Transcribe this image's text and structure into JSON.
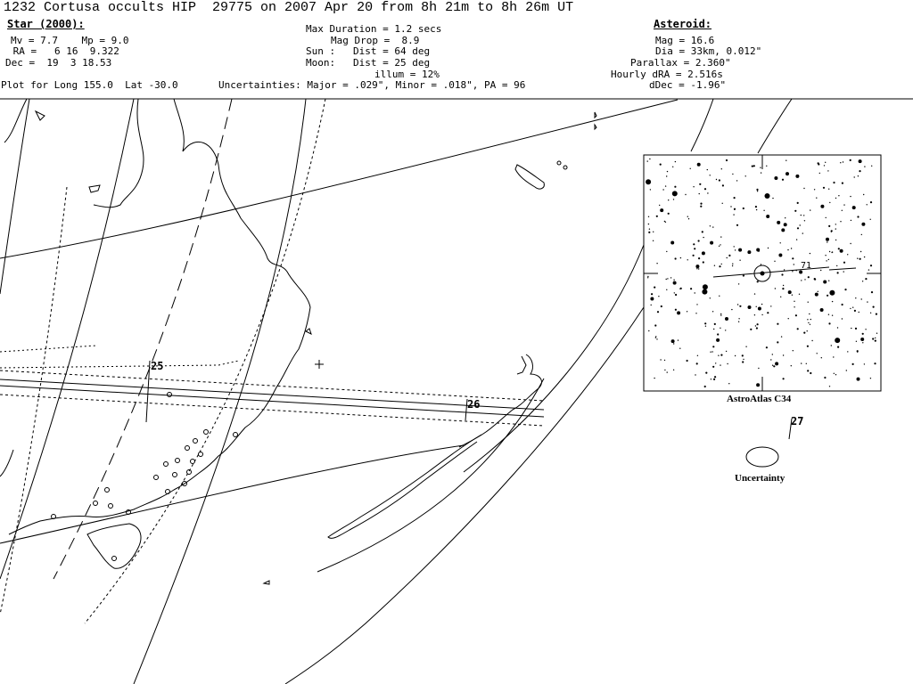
{
  "title": "1232 Cortusa occults HIP  29775 on 2007 Apr 20 from 8h 21m to 8h 26m UT",
  "star": {
    "header": "Star (2000):",
    "line1": "Mv = 7.7    Mp = 9.0",
    "line2": " RA =   6 16  9.322",
    "line3": "Dec =  19  3 18.53"
  },
  "event": {
    "max_duration": "Max Duration = 1.2 secs",
    "mag_drop": "Mag Drop =  8.9",
    "sun": "Sun :   Dist = 64 deg",
    "moon": "Moon:   Dist = 25 deg",
    "illum": "illum = 12%"
  },
  "asteroid": {
    "header": "Asteroid:",
    "mag": "Mag = 16.6",
    "dia": "Dia = 33km, 0.012\"",
    "parallax": "Parallax = 2.360\"",
    "hourly_dra": "Hourly dRA = 2.516s",
    "ddec": "dDec = -1.96\""
  },
  "plot_location": "Plot for Long 155.0  Lat -30.0",
  "uncertainties": "Uncertainties: Major = .029\", Minor = .018\", PA = 96",
  "time_marks": {
    "m25": "25",
    "m26": "26",
    "m27": "27"
  },
  "star_chart_label": "AstroAtlas C34",
  "star_chart_target_label": "71",
  "uncertainty_label": "Uncertainty"
}
